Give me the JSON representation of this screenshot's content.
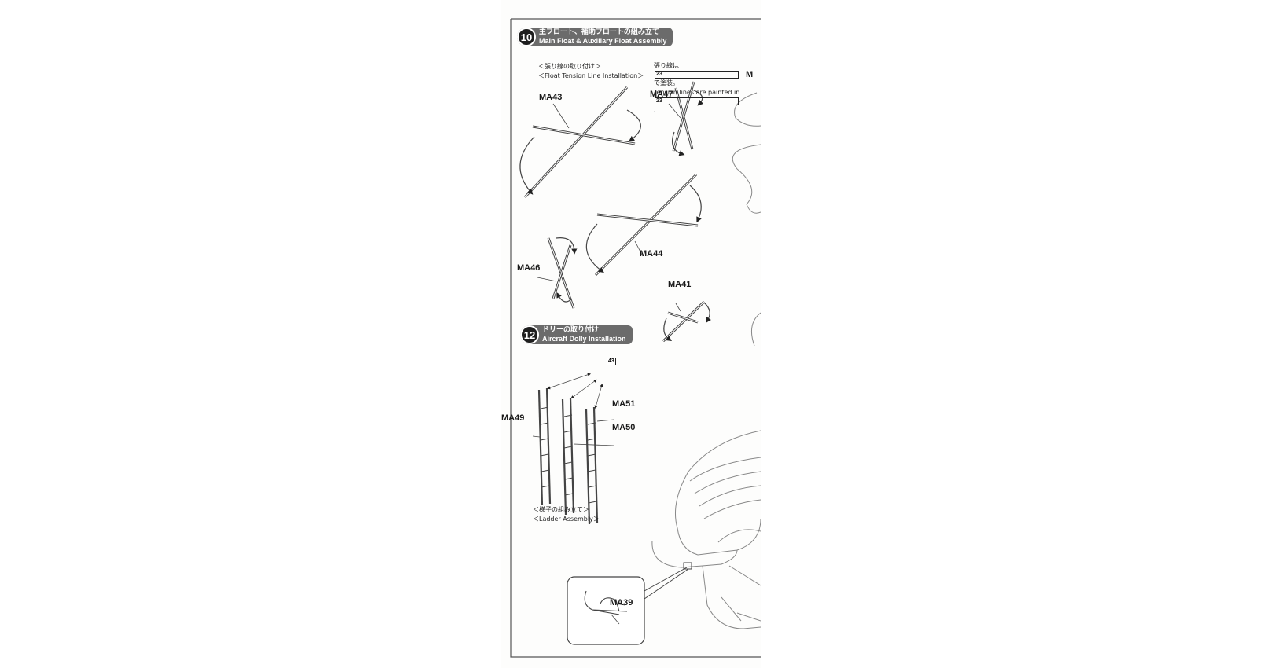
{
  "steps": [
    {
      "number": "10",
      "title_jp": "主フロート、補助フロートの組み立て",
      "title_en": "Main Float & Auxiliary Float  Assembly"
    },
    {
      "number": "12",
      "title_jp": "ドリーの取り付け",
      "title_en": "Aircraft Dolly Installation"
    }
  ],
  "notes": {
    "tension_jp": "＜張り線の取り付け＞",
    "tension_en": "＜Float Tension Line Installation＞",
    "paint_jp_a": "張り線は",
    "paint_jp_b": "で塗装。",
    "paint_en_a": "Tension lines are painted in",
    "paint_color": "23",
    "ladder_jp": "＜梯子の組み立て＞",
    "ladder_en": "＜Ladder Assembly＞",
    "ladder_color": "43",
    "edge_letter": "M"
  },
  "parts": [
    "MA43",
    "MA47",
    "MA44",
    "MA46",
    "MA41",
    "MA49",
    "MA51",
    "MA50",
    "MA39"
  ]
}
